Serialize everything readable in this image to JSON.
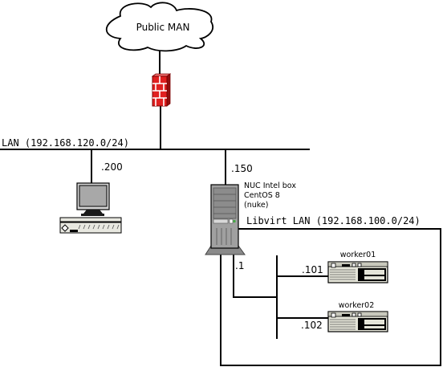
{
  "cloud": {
    "label": "Public MAN",
    "icon": "cloud-icon"
  },
  "firewall": {
    "icon": "firewall-icon",
    "color": "#e02020"
  },
  "lan": {
    "label": "LAN (192.168.120.0/24)"
  },
  "workstation": {
    "ip": ".200",
    "icon": "desktop-computer-icon"
  },
  "host": {
    "ip": ".150",
    "line1": "NUC Intel box",
    "line2": "CentOS 8",
    "line3": "(nuke)",
    "icon": "tower-server-icon"
  },
  "libvirt": {
    "label": "Libvirt LAN (192.168.100.0/24)",
    "gateway": ".1"
  },
  "workers": [
    {
      "name": "worker01",
      "ip": ".101",
      "icon": "rack-server-icon"
    },
    {
      "name": "worker02",
      "ip": ".102",
      "icon": "rack-server-icon"
    }
  ]
}
